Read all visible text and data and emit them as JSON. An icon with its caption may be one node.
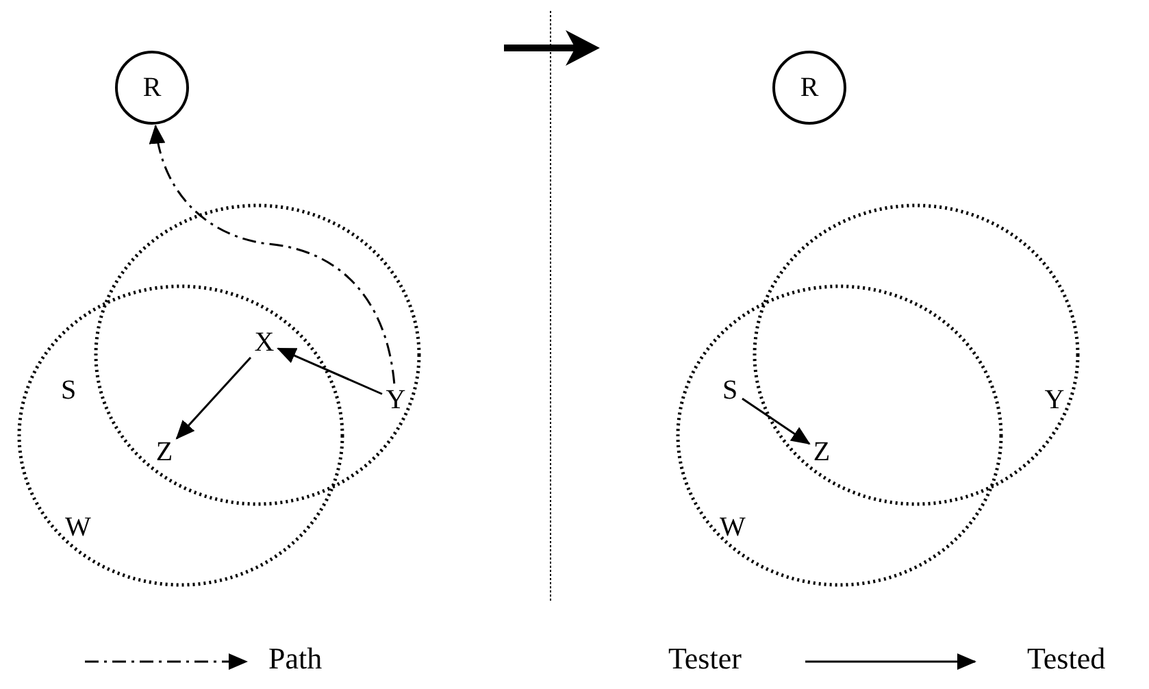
{
  "diagram": {
    "nodes": [
      {
        "text": [
          "R"
        ]
      },
      {
        "text": [
          "X"
        ]
      },
      {
        "text": [
          "S"
        ]
      },
      {
        "text": [
          "Y"
        ]
      },
      {
        "text": [
          "Z"
        ]
      },
      {
        "text": [
          "W"
        ]
      },
      {
        "text": [
          "R"
        ]
      },
      {
        "text": [
          "S"
        ]
      },
      {
        "text": [
          "Y"
        ]
      },
      {
        "text": [
          "Z"
        ]
      },
      {
        "text": [
          "W"
        ]
      }
    ],
    "edges": [
      {
        "from": 3,
        "to": 1,
        "arrow": "to"
      },
      {
        "from": 1,
        "to": 4,
        "arrow": "to"
      },
      {
        "from": 3,
        "to": 0,
        "arrow": "to",
        "style": "dashed"
      },
      {
        "from": 7,
        "to": 9,
        "arrow": "to"
      }
    ],
    "labels": [
      "Tester",
      "Tested"
    ],
    "legend": [
      {
        "text": "Path"
      }
    ]
  }
}
